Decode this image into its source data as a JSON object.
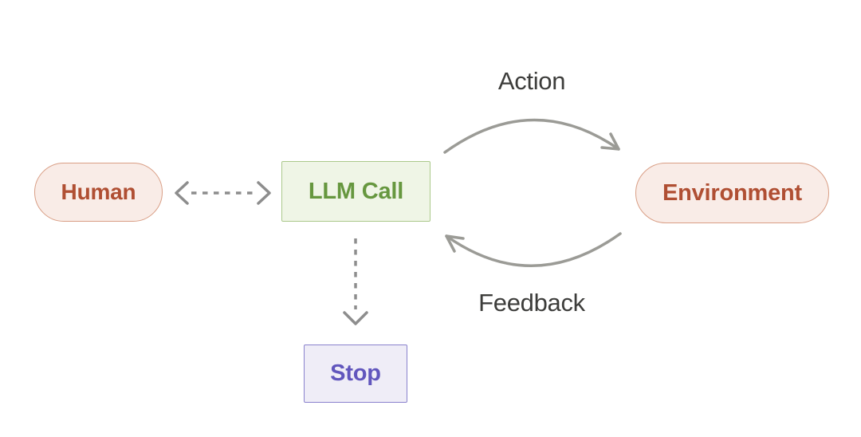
{
  "diagram": {
    "description": "LLM agent loop diagram",
    "nodes": {
      "human": {
        "label": "Human",
        "shape": "pill"
      },
      "llm_call": {
        "label": "LLM Call",
        "shape": "rectangle"
      },
      "environment": {
        "label": "Environment",
        "shape": "pill"
      },
      "stop": {
        "label": "Stop",
        "shape": "rectangle"
      }
    },
    "edges": {
      "action": {
        "label": "Action",
        "from": "llm_call",
        "to": "environment",
        "style": "solid-curved-arrow"
      },
      "feedback": {
        "label": "Feedback",
        "from": "environment",
        "to": "llm_call",
        "style": "solid-curved-arrow"
      },
      "human_llm": {
        "label": "",
        "from": "human",
        "to": "llm_call",
        "style": "dashed-double-headed-arrow"
      },
      "llm_stop": {
        "label": "",
        "from": "llm_call",
        "to": "stop",
        "style": "dashed-arrow"
      }
    },
    "colors": {
      "background": "#ffffff",
      "arrow_solid": "#9b9b96",
      "arrow_dashed": "#8d8d8d",
      "edge_label_text": "#3d3d3b",
      "human_bg": "#f9ece7",
      "human_border": "#d99e85",
      "human_text": "#b04f33",
      "environment_bg": "#f9ece7",
      "environment_border": "#d99e85",
      "environment_text": "#b04f33",
      "llm_bg": "#eff5e6",
      "llm_border": "#abc98b",
      "llm_text": "#66973f",
      "stop_bg": "#efedf7",
      "stop_border": "#8a82cd",
      "stop_text": "#6156bd"
    }
  }
}
